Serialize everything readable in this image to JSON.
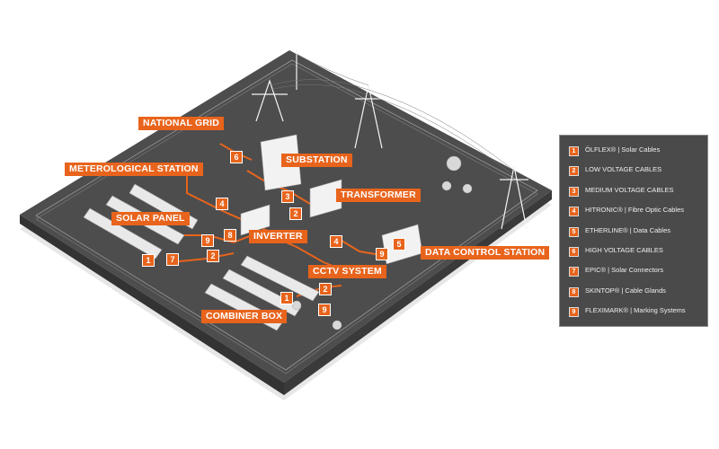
{
  "labels": {
    "national_grid": "NATIONAL GRID",
    "meteorological_station": "METEROLOGICAL STATION",
    "substation": "SUBSTATION",
    "transformer": "TRANSFORMER",
    "solar_panel": "SOLAR PANEL",
    "inverter": "INVERTER",
    "cctv_system": "CCTV SYSTEM",
    "data_control_station": "DATA CONTROL STATION",
    "combiner_box": "COMBINER BOX"
  },
  "markers": [
    "6",
    "4",
    "3",
    "2",
    "8",
    "9",
    "2",
    "4",
    "5",
    "9",
    "1",
    "7",
    "2",
    "1",
    "9"
  ],
  "legend": [
    {
      "num": "1",
      "text": "ÖLFLEX® | Solar Cables"
    },
    {
      "num": "2",
      "text": "LOW VOLTAGE CABLES"
    },
    {
      "num": "3",
      "text": "MEDIUM VOLTAGE CABLES"
    },
    {
      "num": "4",
      "text": "HITRONIC® | Fibre Optic Cables"
    },
    {
      "num": "5",
      "text": "ETHERLINE® | Data Cables"
    },
    {
      "num": "6",
      "text": "HIGH VOLTAGE CABLES"
    },
    {
      "num": "7",
      "text": "EPIC® | Solar Connectors"
    },
    {
      "num": "8",
      "text": "SKINTOP® | Cable Glands"
    },
    {
      "num": "9",
      "text": "FLEXIMARK® | Marking Systems"
    }
  ],
  "colors": {
    "accent": "#e8641c",
    "ground": "#4d4d4d",
    "legend_bg": "#4a4a4a"
  }
}
